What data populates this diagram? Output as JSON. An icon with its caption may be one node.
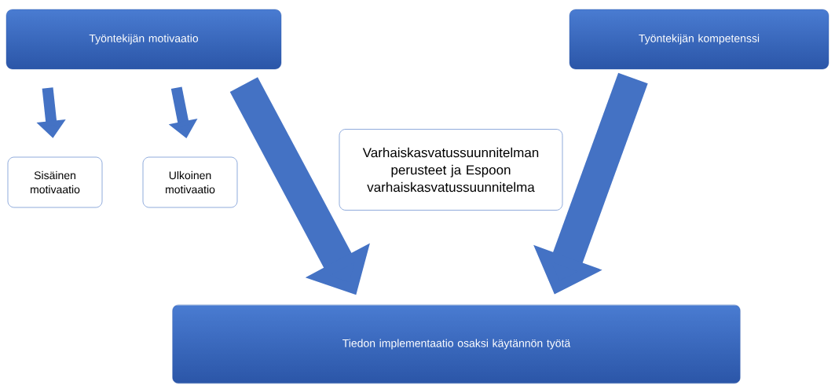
{
  "diagram": {
    "nodes": [
      {
        "text": [
          "Työntekijän motivaatio"
        ]
      },
      {
        "text": [
          "Sisäinen motivaatio"
        ]
      },
      {
        "text": [
          "Ulkoinen motivaatio"
        ]
      },
      {
        "text": [
          "Työntekijän kompetenssi"
        ]
      },
      {
        "text": [
          "Varhaiskasvatussuunnitelman perusteet ja Espoon varhaiskasvatussuunnitelma"
        ]
      },
      {
        "text": [
          "Tiedon implementaatio osaksi käytännön työtä"
        ]
      }
    ],
    "edges": [
      {
        "from": 0,
        "to": 1,
        "arrow": "to"
      },
      {
        "from": 0,
        "to": 2,
        "arrow": "to"
      },
      {
        "from": 0,
        "to": 5,
        "arrow": "to",
        "style": "thick"
      },
      {
        "from": 3,
        "to": 5,
        "arrow": "to",
        "style": "thick"
      }
    ]
  }
}
